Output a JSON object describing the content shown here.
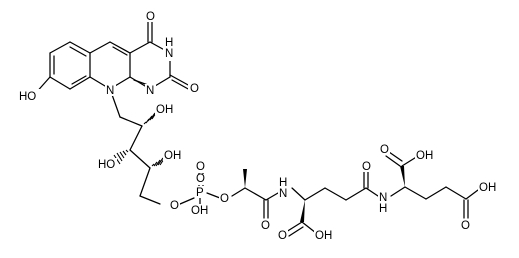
{
  "molecule": {
    "atom_labels": {
      "ho_ring": "HO",
      "n10": "N",
      "n1": "N",
      "o2": "O",
      "nh3": "H",
      "n3": "N",
      "o4": "O",
      "oh2": "OH",
      "oh3": "HO",
      "oh4": "OH",
      "o5": "O",
      "p": "P",
      "o_p1": "O",
      "o_p2": "O",
      "oh_p": "OH",
      "o_ester": "O",
      "o_ala": "O",
      "nh_ala": "H",
      "n_ala": "N",
      "o_glu1a": "O",
      "oh_glu1": "OH",
      "o_amide": "O",
      "n_amide": "N",
      "nh_amide": "H",
      "o_glu2a": "O",
      "oh_glu2": "OH",
      "o_glu2side": "O",
      "oh_glu2side": "OH"
    },
    "colors": {
      "bond": "#000000",
      "label": "#000000",
      "background": "#ffffff"
    }
  }
}
